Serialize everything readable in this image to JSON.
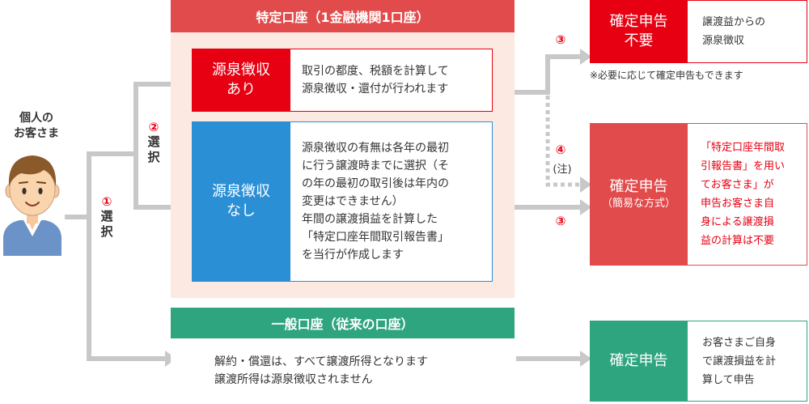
{
  "person": {
    "label_line1": "個人の",
    "label_line2": "お客さま"
  },
  "choices": {
    "first_number": "①",
    "first_char1": "選",
    "first_char2": "択",
    "second_number": "②",
    "second_char1": "選",
    "second_char2": "択"
  },
  "tokutei": {
    "header": "特定口座（1金融機関1口座）",
    "with_withholding": {
      "label_line1": "源泉徴収",
      "label_line2": "あり",
      "desc_lines": [
        "取引の都度、税額を計算して",
        "源泉徴収・還付が行われます"
      ]
    },
    "without_withholding": {
      "label_line1": "源泉徴収",
      "label_line2": "なし",
      "desc_lines": [
        "源泉徴収の有無は各年の最初",
        "に行う譲渡時までに選択（そ",
        "の年の最初の取引後は年内の",
        "変更はできません）",
        "年間の譲渡損益を計算した",
        "「特定口座年間取引報告書」",
        "を当行が作成します"
      ]
    }
  },
  "ippan": {
    "header": "一般口座（従来の口座）",
    "desc_lines": [
      "解約・償還は、すべて譲渡所得となります",
      "譲渡所得は源泉徴収されません"
    ]
  },
  "routes": {
    "no_filing_number": "③",
    "simple_filing_number_top": "④",
    "simple_filing_note": "(注)",
    "simple_filing_number_bottom": "③"
  },
  "results": {
    "no_filing": {
      "label_line1": "確定申告",
      "label_line2": "不要",
      "desc_lines": [
        "譲渡益からの",
        "源泉徴収"
      ],
      "note": "※必要に応じて確定申告もできます"
    },
    "simple_filing": {
      "label_line1": "確定申告",
      "label_line2": "（簡易な方式）",
      "desc_lines": [
        "「特定口座年間取",
        "引報告書」を用い",
        "てお客さま」が",
        "申告お客さま自",
        "身による譲渡損",
        "益の計算は不要"
      ]
    },
    "full_filing": {
      "label": "確定申告",
      "desc_lines": [
        "お客さまご自身",
        "で譲渡損益を計",
        "算して申告"
      ]
    }
  },
  "colors": {
    "accent_red": "#e60012",
    "header_red": "#e24b4b",
    "blue": "#2b8fd6",
    "green": "#2ea57f",
    "connector_gray": "#c8c8c8",
    "pink_bg": "#fce9e1",
    "green_bg": "#ebf6ee"
  }
}
